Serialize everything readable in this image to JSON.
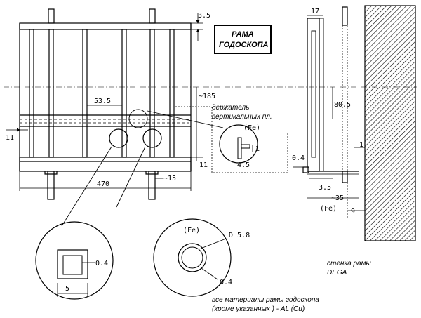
{
  "title_box": {
    "line1": "РАМА",
    "line2": "ГОДОСКОПА"
  },
  "dims": {
    "top_gap": "3.5",
    "spacing": "53.5",
    "height": "~185",
    "left_offset": "11",
    "bottom_offset": "11",
    "width": "470",
    "foot": "~15",
    "side_width": "17",
    "side_height": "80.5",
    "side_gap": "0.4",
    "side_base": "3.5",
    "side_depth": "~35",
    "side_wall_gap": "9",
    "side_right": "1",
    "holder_w": "4.5",
    "holder_t": "1",
    "sq_wall": "0.4",
    "sq_side": "5",
    "tube_d": "D 5.8",
    "tube_wall": "0.4"
  },
  "labels": {
    "holder_line1": "держатель",
    "holder_line2": "вертикальных пл.",
    "fe1": "(Fe)",
    "fe2": "(Fe)",
    "fe3": "(Fe)",
    "wall_line1": "стенка рамы",
    "wall_line2": "DEGA",
    "materials_line1": "все материалы рамы годоскопа",
    "materials_line2": "(кроме указанных ) - AL (Cu)"
  }
}
